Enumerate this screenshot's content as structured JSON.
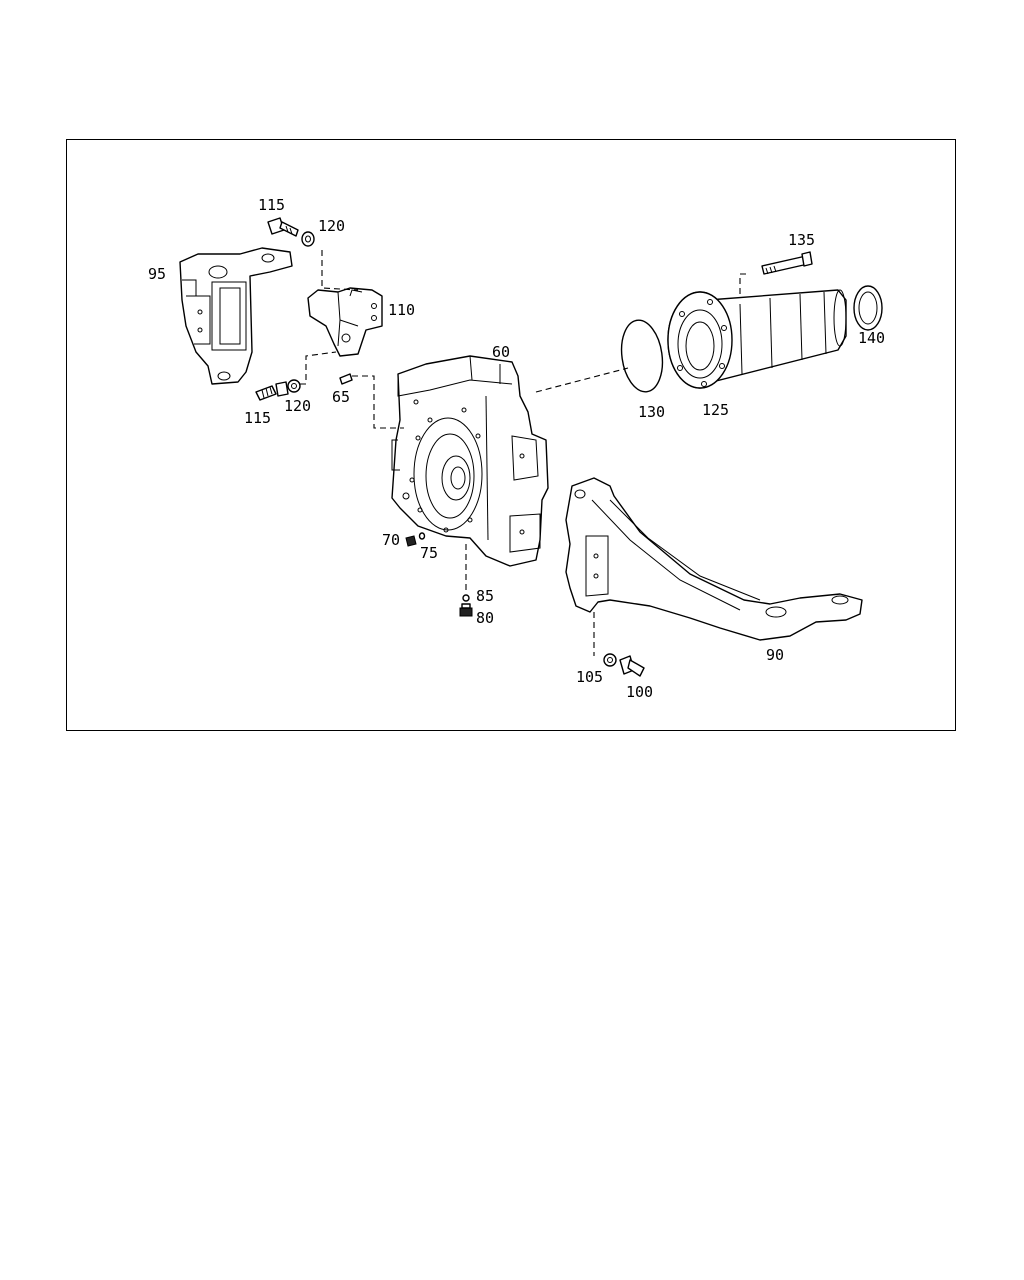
{
  "diagram": {
    "callouts": [
      {
        "id": "c115a",
        "text": "115"
      },
      {
        "id": "c120a",
        "text": "120"
      },
      {
        "id": "c95",
        "text": "95"
      },
      {
        "id": "c110",
        "text": "110"
      },
      {
        "id": "c115b",
        "text": "115"
      },
      {
        "id": "c120b",
        "text": "120"
      },
      {
        "id": "c65",
        "text": "65"
      },
      {
        "id": "c60",
        "text": "60"
      },
      {
        "id": "c135",
        "text": "135"
      },
      {
        "id": "c140",
        "text": "140"
      },
      {
        "id": "c130",
        "text": "130"
      },
      {
        "id": "c125",
        "text": "125"
      },
      {
        "id": "c70",
        "text": "70"
      },
      {
        "id": "c75",
        "text": "75"
      },
      {
        "id": "c85",
        "text": "85"
      },
      {
        "id": "c80",
        "text": "80"
      },
      {
        "id": "c90",
        "text": "90"
      },
      {
        "id": "c105",
        "text": "105"
      },
      {
        "id": "c100",
        "text": "100"
      }
    ]
  }
}
